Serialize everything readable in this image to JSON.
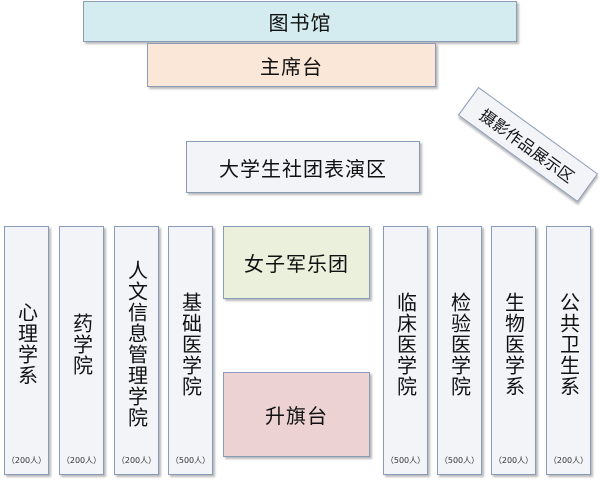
{
  "top": {
    "library": "图书馆",
    "rostrum": "主席台",
    "performance_area": "大学生社团表演区",
    "photo_area": "摄影作品展示区"
  },
  "center": {
    "women_corps": "女子军乐团",
    "flag_platform": "升旗台"
  },
  "colleges": [
    {
      "name": "心理学系",
      "count": "（200人）"
    },
    {
      "name": "药学院",
      "count": "（200人）"
    },
    {
      "name": "人文信息管理学院",
      "count": "（200人）"
    },
    {
      "name": "基础医学院",
      "count": "（500人）"
    },
    {
      "name": "临床医学院",
      "count": "（500人）"
    },
    {
      "name": "检验医学院",
      "count": "（500人）"
    },
    {
      "name": "生物医学系",
      "count": "（200人）"
    },
    {
      "name": "公共卫生系",
      "count": "（200人）"
    }
  ],
  "colors": {
    "library": "#d4ecef",
    "rostrum": "#fbe7d8",
    "neutral": "#f2f4f8",
    "women_corps": "#eaf0dc",
    "flag_platform": "#ecd2d2"
  }
}
